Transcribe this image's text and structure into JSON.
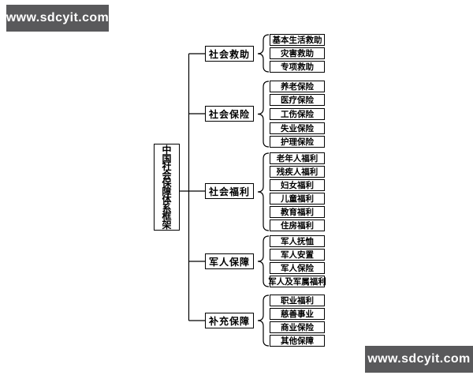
{
  "watermark_top": {
    "text": "www.sdcyit.com"
  },
  "watermark_bottom": {
    "text": "www.sdcyit.com"
  },
  "colors": {
    "watermark_bg": "#59595B",
    "watermark_text": "#FFFFFF",
    "box_border": "#000000",
    "line": "#000000",
    "background": "#FFFFFF"
  },
  "diagram": {
    "type": "tree",
    "root": {
      "label": "中国社会保障体系框架"
    },
    "branches": [
      {
        "label": "社会救助",
        "children": [
          "基本生活救助",
          "灾害救助",
          "专项救助"
        ]
      },
      {
        "label": "社会保险",
        "children": [
          "养老保险",
          "医疗保险",
          "工伤保险",
          "失业保险",
          "护理保险"
        ]
      },
      {
        "label": "社会福利",
        "children": [
          "老年人福利",
          "残疾人福利",
          "妇女福利",
          "儿童福利",
          "教育福利",
          "住房福利"
        ]
      },
      {
        "label": "军人保障",
        "children": [
          "军人抚恤",
          "军人安置",
          "军人保险",
          "军人及军属福利"
        ]
      },
      {
        "label": "补充保障",
        "children": [
          "职业福利",
          "慈善事业",
          "商业保险",
          "其他保障"
        ]
      }
    ]
  }
}
